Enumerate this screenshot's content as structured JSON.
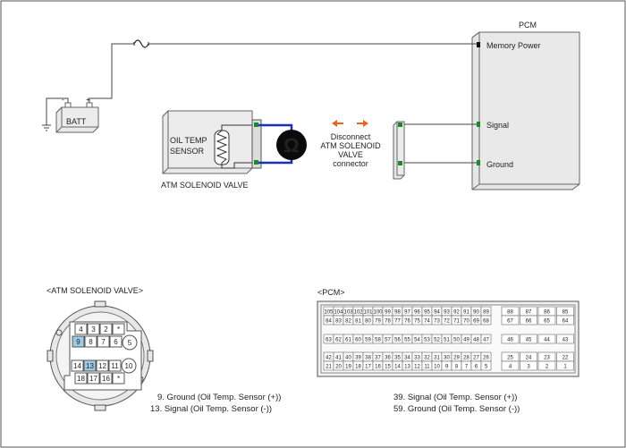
{
  "pcm": {
    "title": "PCM",
    "memory_power": "Memory Power",
    "signal": "Signal",
    "ground": "Ground"
  },
  "battery": {
    "label": "BATT",
    "plus": "+",
    "minus": "-"
  },
  "sensor": {
    "line1": "OIL TEMP",
    "line2": "SENSOR",
    "component": "ATM SOLENOID VALVE"
  },
  "meter": {
    "symbol": "Ω"
  },
  "disconnect": {
    "line1": "Disconnect",
    "line2": "ATM SOLENOID",
    "line3": "VALVE",
    "line4": "connector"
  },
  "connector_views": {
    "atm_title": "<ATM SOLENOID VALVE>",
    "pcm_title": "<PCM>",
    "atm_pins": {
      "row1": [
        "4",
        "3",
        "2",
        "*"
      ],
      "row2": [
        "9",
        "8",
        "7",
        "6"
      ],
      "pin5": "5",
      "row3": [
        "14",
        "13",
        "12",
        "11"
      ],
      "pin10": "10",
      "row4": [
        "18",
        "17",
        "16",
        "*"
      ]
    },
    "pcm_pins": {
      "r1": [
        "105",
        "104",
        "103",
        "102",
        "101",
        "100",
        "99",
        "98",
        "97",
        "96",
        "95",
        "94",
        "93",
        "92",
        "91",
        "90",
        "89"
      ],
      "r1b": [
        "88",
        "87",
        "86",
        "85"
      ],
      "r2": [
        "84",
        "83",
        "82",
        "81",
        "80",
        "79",
        "78",
        "77",
        "76",
        "75",
        "74",
        "73",
        "72",
        "71",
        "70",
        "69",
        "68"
      ],
      "r2b": [
        "67",
        "66",
        "65",
        "64"
      ],
      "r3": [
        "63",
        "62",
        "61",
        "60",
        "59",
        "58",
        "57",
        "56",
        "55",
        "54",
        "53",
        "52",
        "51",
        "50",
        "49",
        "48",
        "47"
      ],
      "r3b": [
        "46",
        "45",
        "44",
        "43"
      ],
      "r4": [
        "42",
        "41",
        "40",
        "39",
        "38",
        "37",
        "36",
        "35",
        "34",
        "33",
        "32",
        "31",
        "30",
        "29",
        "28",
        "27",
        "26"
      ],
      "r4b": [
        "25",
        "24",
        "23",
        "22"
      ],
      "r5": [
        "21",
        "20",
        "19",
        "18",
        "17",
        "16",
        "15",
        "14",
        "13",
        "12",
        "11",
        "10",
        "9",
        "8",
        "7",
        "6",
        "5"
      ],
      "r5b": [
        "4",
        "3",
        "2",
        "1"
      ]
    },
    "atm_notes": [
      "9. Ground (Oil Temp. Sensor (+))",
      "13. Signal (Oil Temp. Sensor (-))"
    ],
    "pcm_notes": [
      "39. Signal (Oil Temp. Sensor (+))",
      "59. Ground (Oil Temp. Sensor (-))"
    ]
  },
  "colors": {
    "meter_lead": "#1a2fb5",
    "pin_green": "#1a8a2a",
    "arrow_orange": "#e8641e",
    "highlight_pin": "#9ccbe6"
  }
}
